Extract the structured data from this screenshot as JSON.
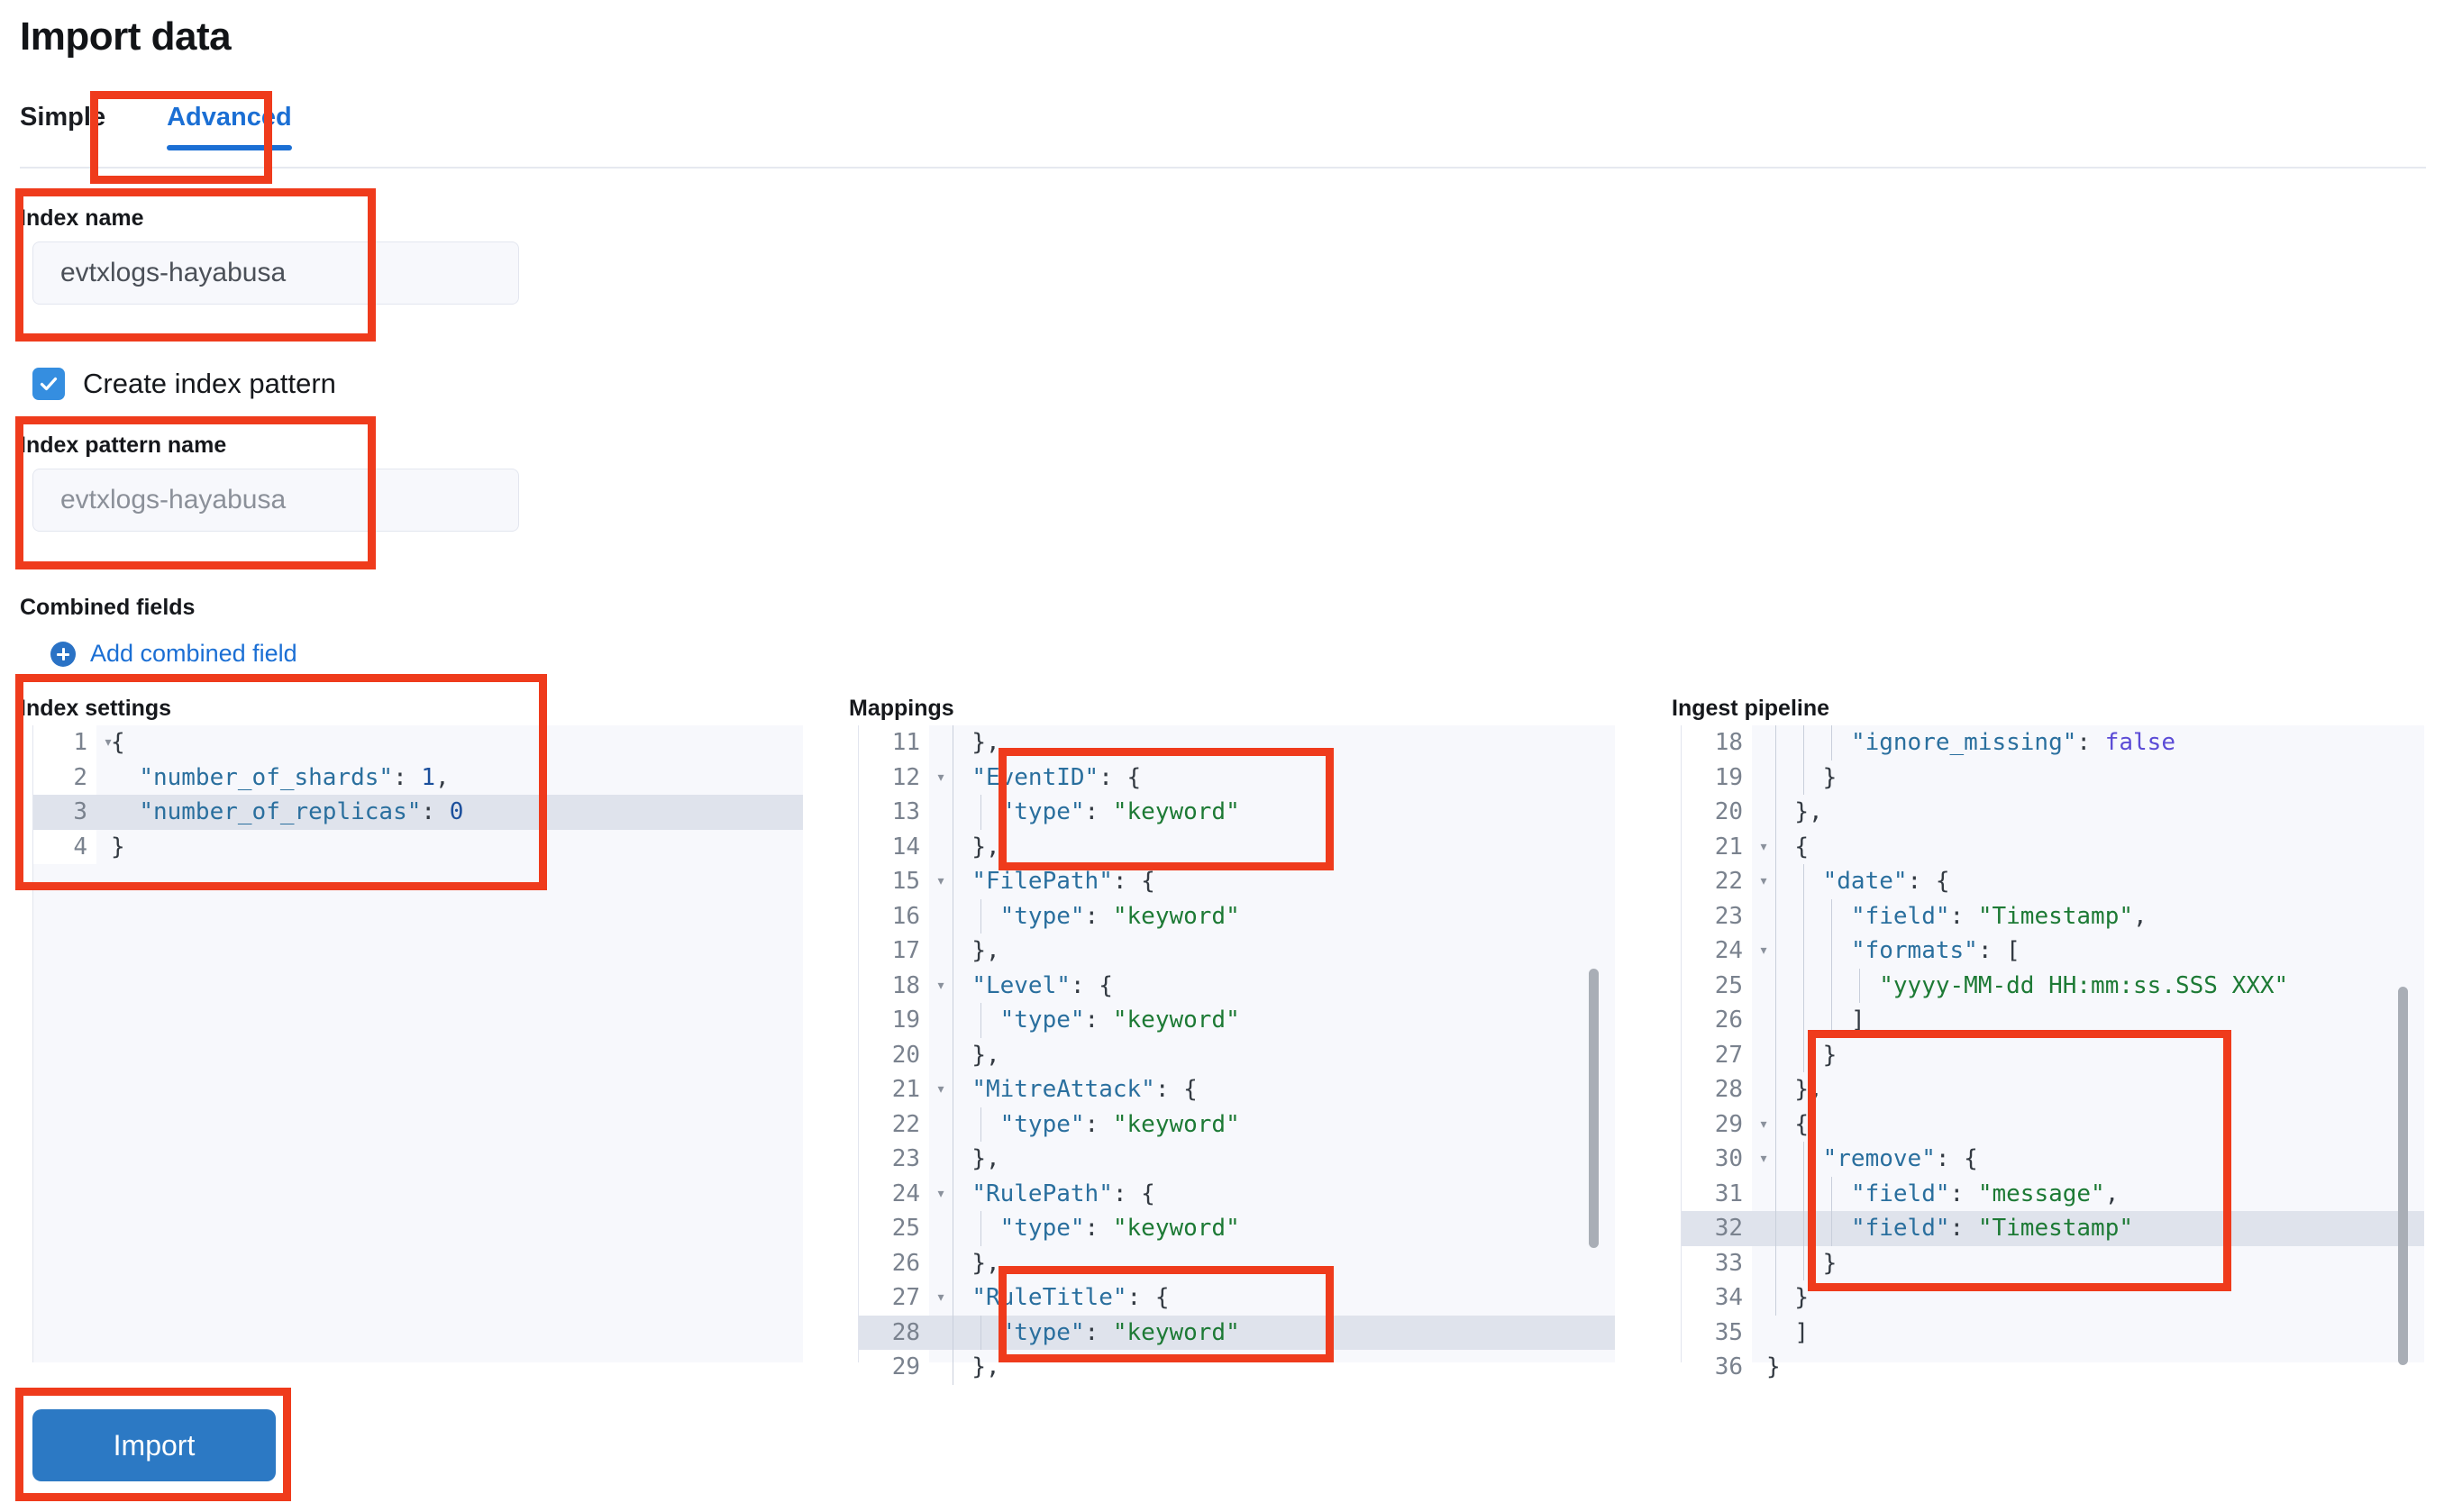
{
  "page": {
    "title": "Import data"
  },
  "tabs": [
    {
      "label": "Simple",
      "active": false
    },
    {
      "label": "Advanced",
      "active": true
    }
  ],
  "form": {
    "index_name_label": "Index name",
    "index_name_value": "evtxlogs-hayabusa",
    "create_index_pattern_label": "Create index pattern",
    "create_index_pattern_checked": true,
    "index_pattern_name_label": "Index pattern name",
    "index_pattern_name_placeholder": "evtxlogs-hayabusa",
    "combined_fields_label": "Combined fields",
    "add_combined_field_label": "Add combined field"
  },
  "editors": {
    "index_settings": {
      "title": "Index settings",
      "first_line": 1,
      "highlight_line": 3,
      "gutter_width": 70,
      "lines": [
        {
          "n": 1,
          "fold": true,
          "guides": 0,
          "text": "{"
        },
        {
          "n": 2,
          "fold": false,
          "guides": 0,
          "text": "  \"number_of_shards\": 1,"
        },
        {
          "n": 3,
          "fold": false,
          "guides": 0,
          "text": "  \"number_of_replicas\": 0"
        },
        {
          "n": 4,
          "fold": false,
          "guides": 0,
          "text": "}"
        }
      ]
    },
    "mappings": {
      "title": "Mappings",
      "first_line": 11,
      "highlight_line": 28,
      "gutter_width": 78,
      "lines": [
        {
          "n": 11,
          "fold": false,
          "guides": 1,
          "text": "  },"
        },
        {
          "n": 12,
          "fold": true,
          "guides": 1,
          "text": "  \"EventID\": {"
        },
        {
          "n": 13,
          "fold": false,
          "guides": 2,
          "text": "    \"type\": \"keyword\""
        },
        {
          "n": 14,
          "fold": false,
          "guides": 1,
          "text": "  },"
        },
        {
          "n": 15,
          "fold": true,
          "guides": 1,
          "text": "  \"FilePath\": {"
        },
        {
          "n": 16,
          "fold": false,
          "guides": 2,
          "text": "    \"type\": \"keyword\""
        },
        {
          "n": 17,
          "fold": false,
          "guides": 1,
          "text": "  },"
        },
        {
          "n": 18,
          "fold": true,
          "guides": 1,
          "text": "  \"Level\": {"
        },
        {
          "n": 19,
          "fold": false,
          "guides": 2,
          "text": "    \"type\": \"keyword\""
        },
        {
          "n": 20,
          "fold": false,
          "guides": 1,
          "text": "  },"
        },
        {
          "n": 21,
          "fold": true,
          "guides": 1,
          "text": "  \"MitreAttack\": {"
        },
        {
          "n": 22,
          "fold": false,
          "guides": 2,
          "text": "    \"type\": \"keyword\""
        },
        {
          "n": 23,
          "fold": false,
          "guides": 1,
          "text": "  },"
        },
        {
          "n": 24,
          "fold": true,
          "guides": 1,
          "text": "  \"RulePath\": {"
        },
        {
          "n": 25,
          "fold": false,
          "guides": 2,
          "text": "    \"type\": \"keyword\""
        },
        {
          "n": 26,
          "fold": false,
          "guides": 1,
          "text": "  },"
        },
        {
          "n": 27,
          "fold": true,
          "guides": 1,
          "text": "  \"RuleTitle\": {"
        },
        {
          "n": 28,
          "fold": false,
          "guides": 2,
          "text": "    \"type\": \"keyword\""
        },
        {
          "n": 29,
          "fold": false,
          "guides": 1,
          "text": "  },"
        }
      ]
    },
    "ingest_pipeline": {
      "title": "Ingest pipeline",
      "first_line": 18,
      "highlight_line": 32,
      "gutter_width": 78,
      "lines": [
        {
          "n": 18,
          "fold": false,
          "guides": 3,
          "text": "      \"ignore_missing\": false"
        },
        {
          "n": 19,
          "fold": false,
          "guides": 2,
          "text": "    }"
        },
        {
          "n": 20,
          "fold": false,
          "guides": 1,
          "text": "  },"
        },
        {
          "n": 21,
          "fold": true,
          "guides": 1,
          "text": "  {"
        },
        {
          "n": 22,
          "fold": true,
          "guides": 2,
          "text": "    \"date\": {"
        },
        {
          "n": 23,
          "fold": false,
          "guides": 3,
          "text": "      \"field\": \"Timestamp\","
        },
        {
          "n": 24,
          "fold": true,
          "guides": 3,
          "text": "      \"formats\": ["
        },
        {
          "n": 25,
          "fold": false,
          "guides": 4,
          "text": "        \"yyyy-MM-dd HH:mm:ss.SSS XXX\""
        },
        {
          "n": 26,
          "fold": false,
          "guides": 3,
          "text": "      ]"
        },
        {
          "n": 27,
          "fold": false,
          "guides": 2,
          "text": "    }"
        },
        {
          "n": 28,
          "fold": false,
          "guides": 1,
          "text": "  },"
        },
        {
          "n": 29,
          "fold": true,
          "guides": 1,
          "text": "  {"
        },
        {
          "n": 30,
          "fold": true,
          "guides": 2,
          "text": "    \"remove\": {"
        },
        {
          "n": 31,
          "fold": false,
          "guides": 3,
          "text": "      \"field\": \"message\","
        },
        {
          "n": 32,
          "fold": false,
          "guides": 3,
          "text": "      \"field\": \"Timestamp\""
        },
        {
          "n": 33,
          "fold": false,
          "guides": 2,
          "text": "    }"
        },
        {
          "n": 34,
          "fold": false,
          "guides": 1,
          "text": "  }"
        },
        {
          "n": 35,
          "fold": false,
          "guides": 0,
          "text": "  ]"
        },
        {
          "n": 36,
          "fold": false,
          "guides": 0,
          "text": "}"
        }
      ]
    }
  },
  "actions": {
    "import_label": "Import"
  },
  "colors": {
    "accent": "#1b6fd4",
    "annotation": "#ef3b1c",
    "button": "#2c79c4",
    "checkbox": "#358ee0",
    "string": "#1d7a35",
    "key": "#2a6f9e"
  }
}
